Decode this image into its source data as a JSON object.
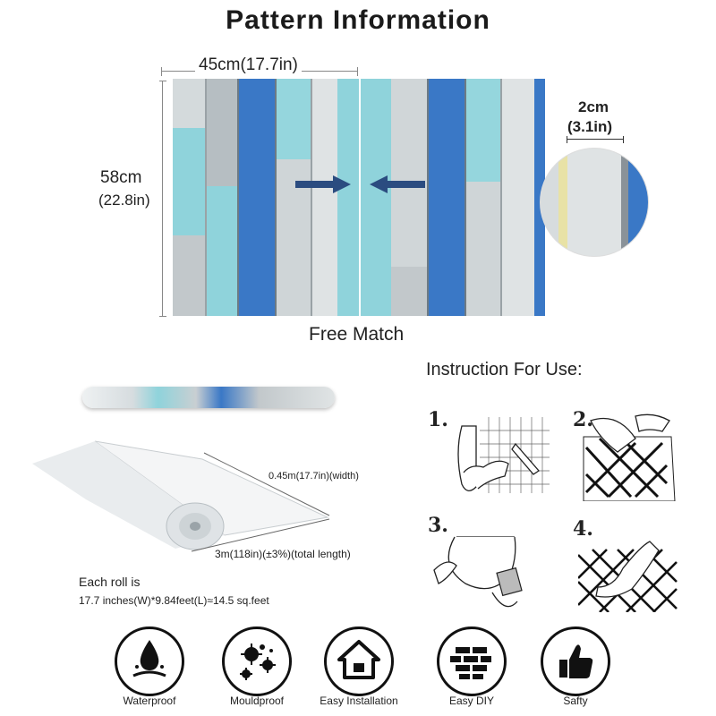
{
  "title": "Pattern Information",
  "dimensions": {
    "width_label": "45cm(17.7in)",
    "height_cm": "58cm",
    "height_in": "(22.8in)",
    "repeat_cm": "2cm",
    "repeat_in": "(3.1in)",
    "match_label": "Free Match"
  },
  "roll": {
    "width_label": "0.45m(17.7in)(width)",
    "length_label": "3m(118in)(±3%)(total length)",
    "coverage_title": "Each roll is",
    "coverage_detail": "17.7 inches(W)*9.84feet(L)≈14.5 sq.feet"
  },
  "instructions": {
    "heading": "Instruction For Use:",
    "steps": [
      "1.",
      "2.",
      "3.",
      "4."
    ]
  },
  "features": [
    {
      "label": "Waterproof",
      "icon": "water-drop-icon"
    },
    {
      "label": "Mouldproof",
      "icon": "mould-icon"
    },
    {
      "label": "Easy Installation",
      "icon": "house-icon"
    },
    {
      "label": "Easy DIY",
      "icon": "brick-wall-icon"
    },
    {
      "label": "Safty",
      "icon": "thumbs-up-icon"
    }
  ],
  "colors": {
    "blue": "#3a78c6",
    "turquoise": "#8fd3db",
    "gray_wood": "#c9cfd2",
    "arrow": "#2b4c80"
  }
}
